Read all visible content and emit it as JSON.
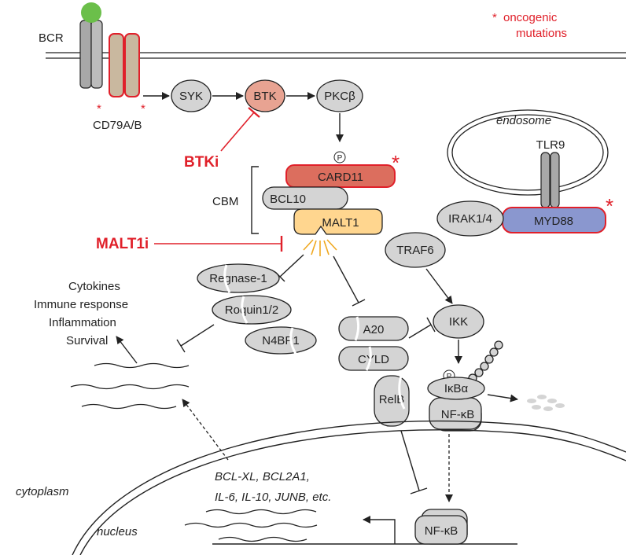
{
  "legend": {
    "asterisk": "*",
    "line1": "oncogenic",
    "line2": "mutations"
  },
  "receptor": {
    "bcr": "BCR",
    "cd79": "CD79A/B",
    "mut": "*"
  },
  "kinases": {
    "syk": "SYK",
    "btk": "BTK",
    "pkcb": "PKCβ"
  },
  "inhibitors": {
    "btki": "BTKi",
    "malt1i": "MALT1i"
  },
  "cbm": {
    "label": "CBM",
    "card11": "CARD11",
    "bcl10": "BCL10",
    "malt1": "MALT1",
    "phospho": "P",
    "mut": "*"
  },
  "endosome": {
    "label": "endosome",
    "tlr9": "TLR9",
    "myd88": "MYD88",
    "mut": "*"
  },
  "tlr_path": {
    "irak": "IRAK1/4",
    "traf6": "TRAF6",
    "ikk": "IKK"
  },
  "substrates": {
    "regnase": "Regnase-1",
    "roquin": "Roquin1/2",
    "n4bp1": "N4BP1",
    "a20": "A20",
    "cyld": "CYLD",
    "relb": "RelB"
  },
  "outcomes": {
    "line1": "Cytokines",
    "line2": "Immune response",
    "line3": "Inflammation",
    "line4": "Survival"
  },
  "nfkb": {
    "ikba": "IκBα",
    "nfkb": "NF-κB",
    "phospho": "P",
    "nfkb_nuc": "NF-κB"
  },
  "genes": {
    "line1": "BCL-XL, BCL2A1,",
    "line2": "IL-6, IL-10, JUNB, etc."
  },
  "compartments": {
    "cytoplasm": "cytoplasm",
    "nucleus": "nucleus"
  },
  "colors": {
    "red": "#e0202a",
    "gray": "#d4d4d4",
    "green": "#6bbf4a",
    "card11": "#dc6e5e",
    "btk": "#e8a392",
    "malt1": "#ffd68f",
    "myd88": "#8a97cf",
    "cd79": "#c9b89f"
  }
}
